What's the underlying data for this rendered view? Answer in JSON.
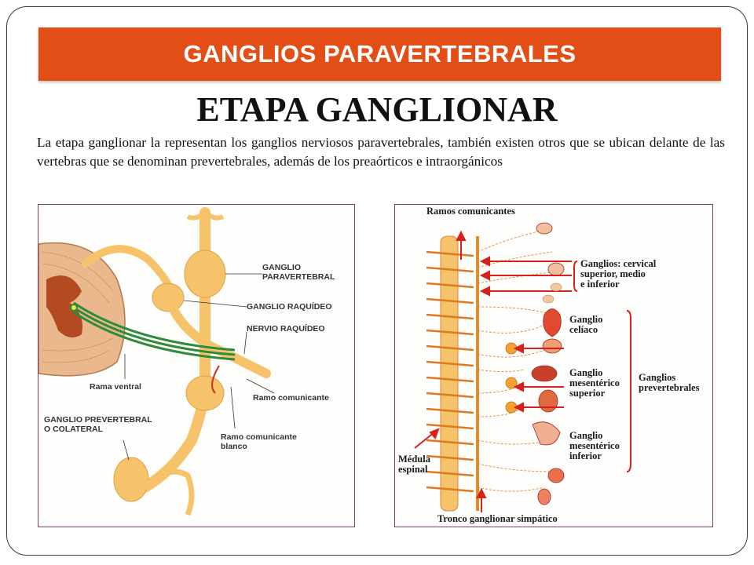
{
  "slide": {
    "banner_title": "GANGLIOS PARAVERTEBRALES",
    "heading": "ETAPA GANGLIONAR",
    "paragraph": "La etapa ganglionar la representan los ganglios nerviosos paravertebrales, también existen otros que se ubican delante de las vertebras que se denominan prevertebrales, además de los preaórticos e intraorgánicos"
  },
  "left_figure": {
    "labels": {
      "ganglio_paravertebral": "GANGLIO\nPARAVERTEBRAL",
      "ganglio_raquideo": "GANGLIO RAQUÍDEO",
      "nervio_raquideo": "NERVIO RAQUÍDEO",
      "rama_ventral": "Rama ventral",
      "ramo_comunicante": "Ramo comunicante",
      "ramo_comunicante_blanco": "Ramo comunicante\nblanco",
      "ganglio_prevertebral": "GANGLIO PREVERTEBRAL\nO COLATERAL"
    }
  },
  "right_figure": {
    "labels": {
      "ramos_comunicantes": "Ramos comunicantes",
      "ganglios_cervical": "Ganglios: cervical\nsuperior, medio\ne inferior",
      "ganglio_celiaco": "Ganglio\ncelíaco",
      "ganglios_prevertebrales": "Ganglios\nprevertebrales",
      "ganglio_mesenterico_superior": "Ganglio\nmesentérico\nsuperior",
      "ganglio_mesenterico_inferior": "Ganglio\nmesentérico\ninferior",
      "medula_espinal": "Médula\nespinal",
      "tronco_ganglionar": "Tronco ganglionar simpático"
    }
  },
  "colors": {
    "banner": "#e24e16",
    "nerve": "#f6c36b",
    "arrow": "#d9201c",
    "green_fiber": "#2e8b3a"
  }
}
